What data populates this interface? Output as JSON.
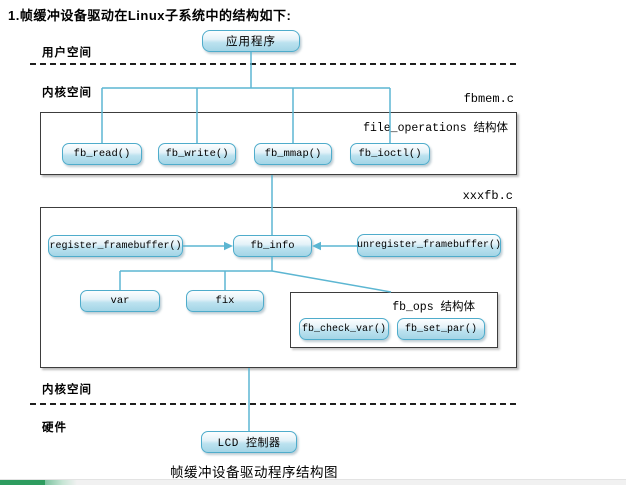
{
  "title": "1.帧缓冲设备驱动在Linux子系统中的结构如下:",
  "zones": {
    "user_space": "用户空间",
    "kernel_space_top": "内核空间",
    "kernel_space_bottom": "内核空间",
    "hardware": "硬件"
  },
  "files": {
    "fbmem": "fbmem.c",
    "xxxfb": "xxxfb.c"
  },
  "structs": {
    "file_operations": "file_operations 结构体",
    "fb_ops": "fb_ops 结构体"
  },
  "nodes": {
    "app": "应用程序",
    "fb_read": "fb_read()",
    "fb_write": "fb_write()",
    "fb_mmap": "fb_mmap()",
    "fb_ioctl": "fb_ioctl()",
    "register_framebuffer": "register_framebuffer()",
    "fb_info": "fb_info",
    "unregister_framebuffer": "unregister_framebuffer()",
    "var": "var",
    "fix": "fix",
    "fb_check_var": "fb_check_var()",
    "fb_set_par": "fb_set_par()",
    "lcd": "LCD 控制器"
  },
  "caption": "帧缓冲设备驱动程序结构图",
  "colors": {
    "connector": "#5cb6d2",
    "node_border": "#4faccb",
    "box_border": "#3d3d3d",
    "progress_green": "#2e9c5f"
  }
}
